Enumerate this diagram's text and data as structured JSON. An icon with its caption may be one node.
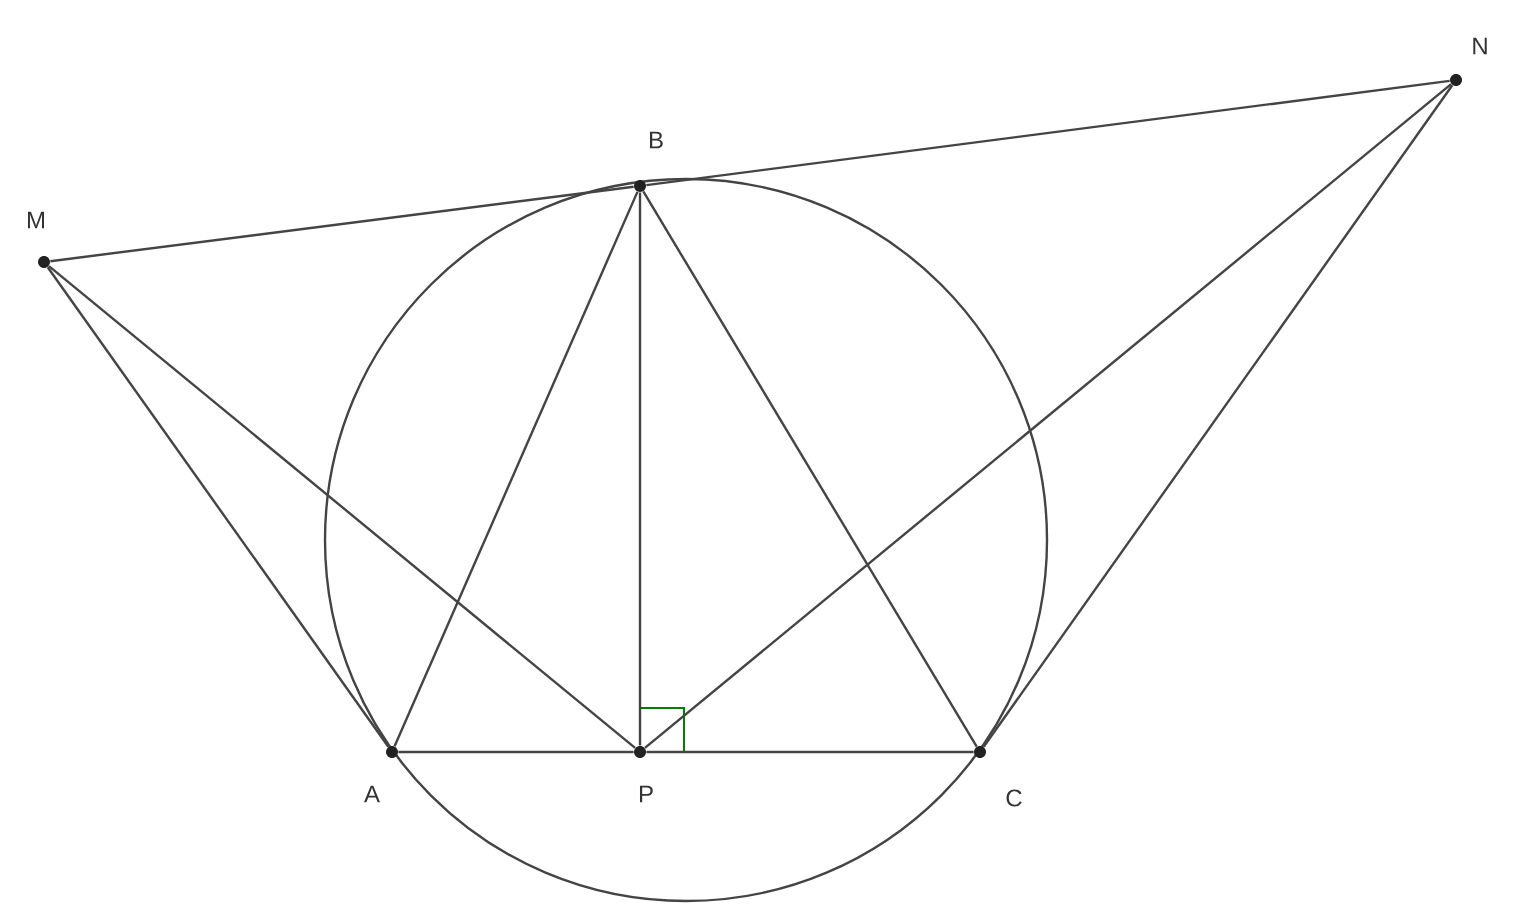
{
  "diagram": {
    "nodes": [
      {
        "text": [
          "M"
        ]
      },
      {
        "text": [
          "B"
        ]
      },
      {
        "text": [
          "N"
        ]
      },
      {
        "text": [
          "A"
        ]
      },
      {
        "text": [
          "P"
        ]
      },
      {
        "text": [
          "C"
        ]
      }
    ],
    "edges": [
      {
        "from": 0,
        "to": 1,
        "arrow": "none"
      },
      {
        "from": 1,
        "to": 2,
        "arrow": "none"
      },
      {
        "from": 0,
        "to": 3,
        "arrow": "none"
      },
      {
        "from": 0,
        "to": 4,
        "arrow": "none"
      },
      {
        "from": 1,
        "to": 3,
        "arrow": "none"
      },
      {
        "from": 1,
        "to": 4,
        "arrow": "none"
      },
      {
        "from": 1,
        "to": 5,
        "arrow": "none"
      },
      {
        "from": 2,
        "to": 4,
        "arrow": "none"
      },
      {
        "from": 2,
        "to": 5,
        "arrow": "none"
      },
      {
        "from": 3,
        "to": 4,
        "arrow": "none"
      },
      {
        "from": 4,
        "to": 5,
        "arrow": "none"
      }
    ]
  }
}
